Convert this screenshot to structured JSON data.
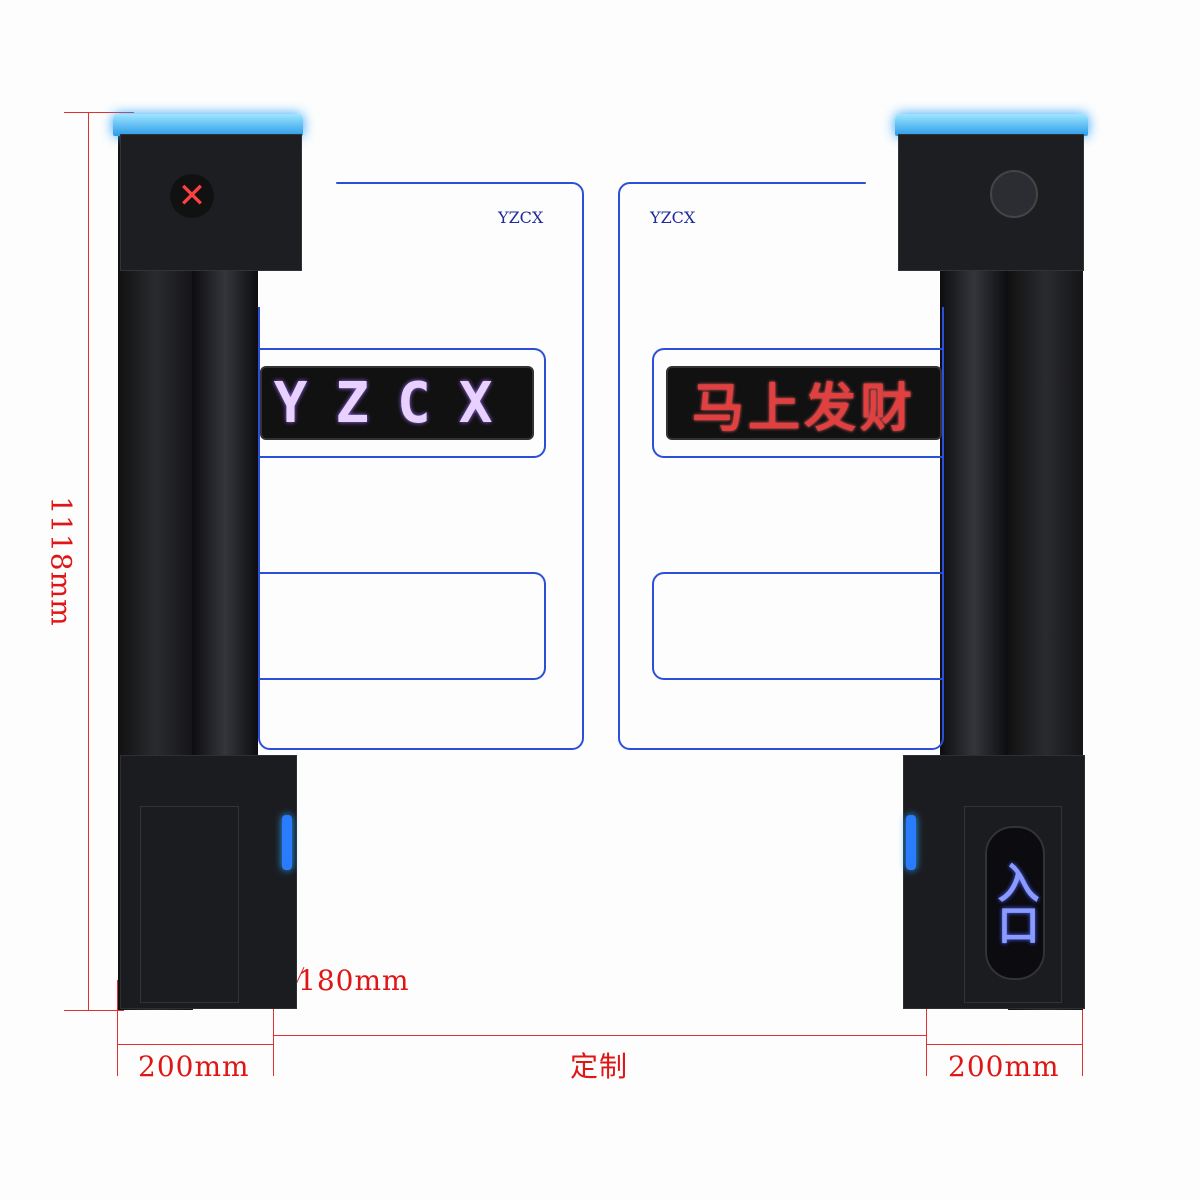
{
  "dimensions": {
    "height": "1118mm",
    "depth": "180mm",
    "width_left": "200mm",
    "width_right": "200mm",
    "span": "定制"
  },
  "left_gate": {
    "brand": "YZCX",
    "led_text": "YZCX",
    "status_icon": "red-x-icon"
  },
  "right_gate": {
    "brand": "YZCX",
    "led_text": "马上发财",
    "entrance_sign": "入口"
  },
  "colors": {
    "dimension": "#e01515",
    "glow": "#2aa0ff",
    "panel_edge": "#2c4fd8"
  }
}
